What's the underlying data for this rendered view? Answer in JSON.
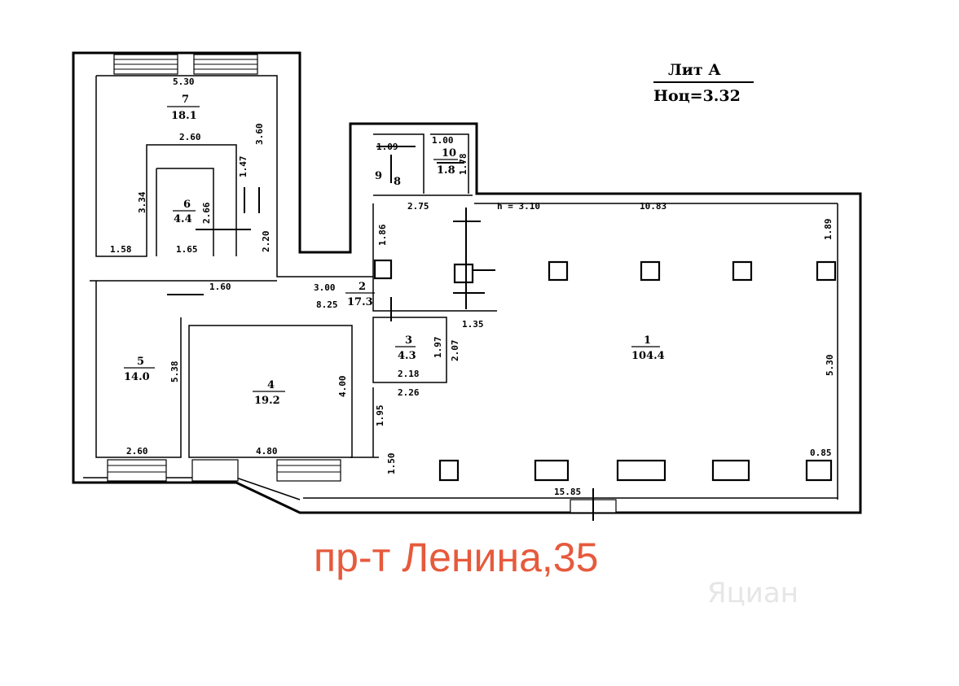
{
  "header": {
    "line1": "Лит А",
    "line2": "Ноц=3.32"
  },
  "address": "пр-т Ленина,35",
  "watermark": "Яциан",
  "rooms": [
    {
      "num": "1",
      "area": "104.4"
    },
    {
      "num": "2",
      "area": "17.3"
    },
    {
      "num": "3",
      "area": "4.3"
    },
    {
      "num": "4",
      "area": "19.2"
    },
    {
      "num": "5",
      "area": "14.0"
    },
    {
      "num": "6",
      "area": "4.4"
    },
    {
      "num": "7",
      "area": "18.1"
    },
    {
      "num": "8",
      "area": ""
    },
    {
      "num": "9",
      "area": ""
    },
    {
      "num": "10",
      "area": "1.8"
    }
  ],
  "dimensions": {
    "d530_top": "5.30",
    "d360": "3.60",
    "d260_inner": "2.60",
    "d147": "1.47",
    "d334": "3.34",
    "d266": "2.66",
    "d158": "1.58",
    "d165": "1.65",
    "d220": "2.20",
    "d160": "1.60",
    "d300": "3.00",
    "d825": "8.25",
    "d186": "1.86",
    "d275": "2.75",
    "d109": "1.09",
    "d100": "1.00",
    "d178": "1.78",
    "h310": "h = 3.10",
    "d1083": "10.83",
    "d189": "1.89",
    "d135": "1.35",
    "d197": "1.97",
    "d207": "2.07",
    "d218": "2.18",
    "d226": "2.26",
    "d538": "5.38",
    "d400": "4.00",
    "d195": "1.95",
    "d150": "1.50",
    "d260_bottom": "2.60",
    "d480": "4.80",
    "d530_right": "5.30",
    "d085": "0.85",
    "d1585": "15.85"
  }
}
